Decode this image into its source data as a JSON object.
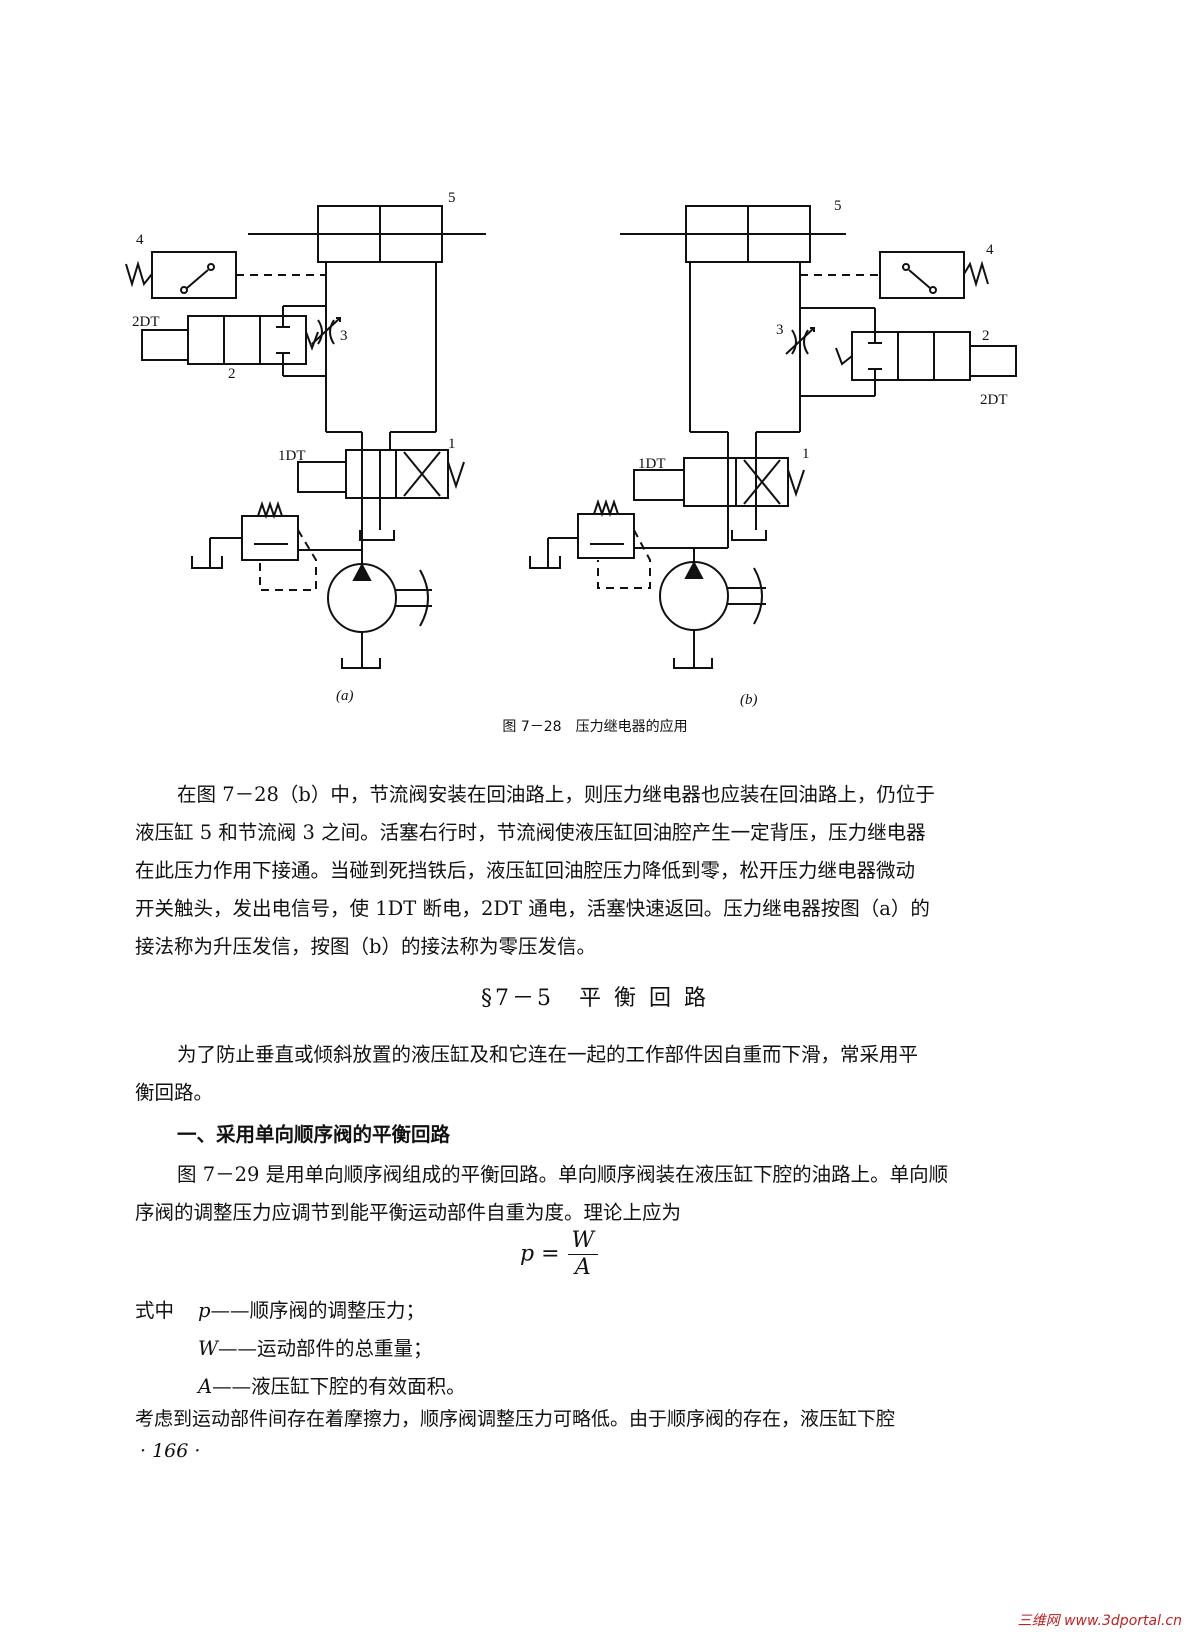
{
  "figure": {
    "labels_a": {
      "cyl": "5",
      "switch": "4",
      "throttle": "3",
      "valve2": "2",
      "coil2": "2DT",
      "coil1": "1DT",
      "valve1": "1",
      "sub": "(a)"
    },
    "labels_b": {
      "cyl": "5",
      "switch": "4",
      "throttle": "3",
      "valve2": "2",
      "coil2": "2DT",
      "coil1": "1DT",
      "valve1": "1",
      "sub": "(b)"
    },
    "caption": "图 7－28　压力继电器的应用"
  },
  "paragraph1": [
    "在图 7－28（b）中，节流阀安装在回油路上，则压力继电器也应装在回油路上，仍位于",
    "液压缸 5 和节流阀 3 之间。活塞右行时，节流阀使液压缸回油腔产生一定背压，压力继电器",
    "在此压力作用下接通。当碰到死挡铁后，液压缸回油腔压力降低到零，松开压力继电器微动",
    "开关触头，发出电信号，使 1DT 断电，2DT 通电，活塞快速返回。压力继电器按图（a）的",
    "接法称为升压发信，按图（b）的接法称为零压发信。"
  ],
  "section_title": "§7－5　平 衡 回 路",
  "paragraph2": [
    "为了防止垂直或倾斜放置的液压缸及和它连在一起的工作部件因自重而下滑，常采用平",
    "衡回路。"
  ],
  "subheading": "一、采用单向顺序阀的平衡回路",
  "paragraph3": [
    "图 7－29 是用单向顺序阀组成的平衡回路。单向顺序阀装在液压缸下腔的油路上。单向顺",
    "序阀的调整压力应调节到能平衡运动部件自重为度。理论上应为"
  ],
  "formula": {
    "lhs": "p =",
    "num": "W",
    "den": "A"
  },
  "definitions": {
    "lead": "式中",
    "items": [
      {
        "sym": "p",
        "text": "——顺序阀的调整压力；"
      },
      {
        "sym": "W",
        "text": "——运动部件的总重量；"
      },
      {
        "sym": "A",
        "text": "——液压缸下腔的有效面积。"
      }
    ]
  },
  "paragraph4": "考虑到运动部件间存在着摩擦力，顺序阀调整压力可略低。由于顺序阀的存在，液压缸下腔",
  "page_number": "· 166 ·",
  "watermark": "三维网 www.3dportal.cn"
}
